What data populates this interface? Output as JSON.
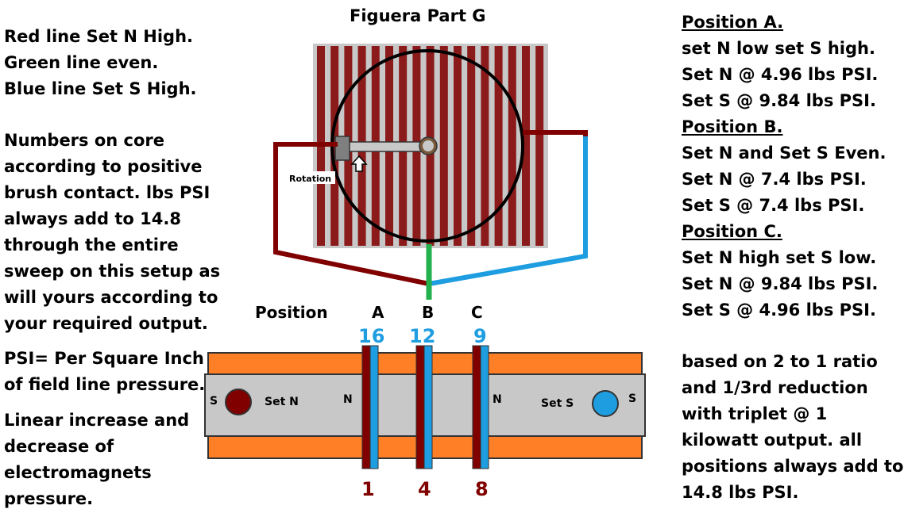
{
  "title": "Figuera Part G",
  "left_text": {
    "lines_block": [
      "Red line Set N High.",
      "Green line even.",
      "Blue line Set S High."
    ],
    "core_block": [
      "Numbers on core",
      "according to positive",
      "brush contact. lbs PSI",
      "always add to 14.8",
      "through the entire",
      "sweep on this setup as",
      "will yours according to",
      "your required output."
    ],
    "psi_block": [
      "PSI= Per Square Inch",
      "of field line pressure."
    ],
    "linear_block": [
      "Linear increase and",
      "decrease of",
      "electromagnets",
      "pressure."
    ]
  },
  "right_text": {
    "positions": [
      {
        "heading": "Position A.",
        "lines": [
          "set N low set S high.",
          "Set N @ 4.96 lbs PSI.",
          "Set S @ 9.84 lbs PSI."
        ]
      },
      {
        "heading": "Position B.",
        "lines": [
          "Set N and Set S Even.",
          "Set N @ 7.4 lbs PSI.",
          "Set S @ 7.4 lbs PSI."
        ]
      },
      {
        "heading": "Position C.",
        "lines": [
          "Set N high set S low.",
          "Set N @ 9.84 lbs PSI.",
          "Set S @ 4.96 lbs PSI."
        ]
      }
    ],
    "ratio_block": [
      "based on 2 to 1 ratio",
      "and 1/3rd reduction",
      "with triplet @ 1",
      "kilowatt output. all",
      "positions always add to",
      "14.8 lbs PSI."
    ]
  },
  "diagram": {
    "rotation_label": "Rotation",
    "position_label": "Position",
    "position_letters": [
      "A",
      "B",
      "C"
    ],
    "top_numbers": [
      "16",
      "12",
      "9"
    ],
    "bottom_numbers": [
      "1",
      "4",
      "8"
    ],
    "set_n_label": "Set N",
    "set_s_label": "Set S",
    "core_left_s": "S",
    "core_left_n": "N",
    "core_right_n": "N",
    "core_right_s": "S"
  },
  "colors": {
    "red_wire": "#800000",
    "green_wire": "#22b14c",
    "blue_wire": "#1e9ee0",
    "orange_bar": "#ff7f27",
    "core_gray": "#c8c8c8",
    "coil_stripe": "#8b1a1a",
    "set_s_circle": "#1e9ee0"
  }
}
